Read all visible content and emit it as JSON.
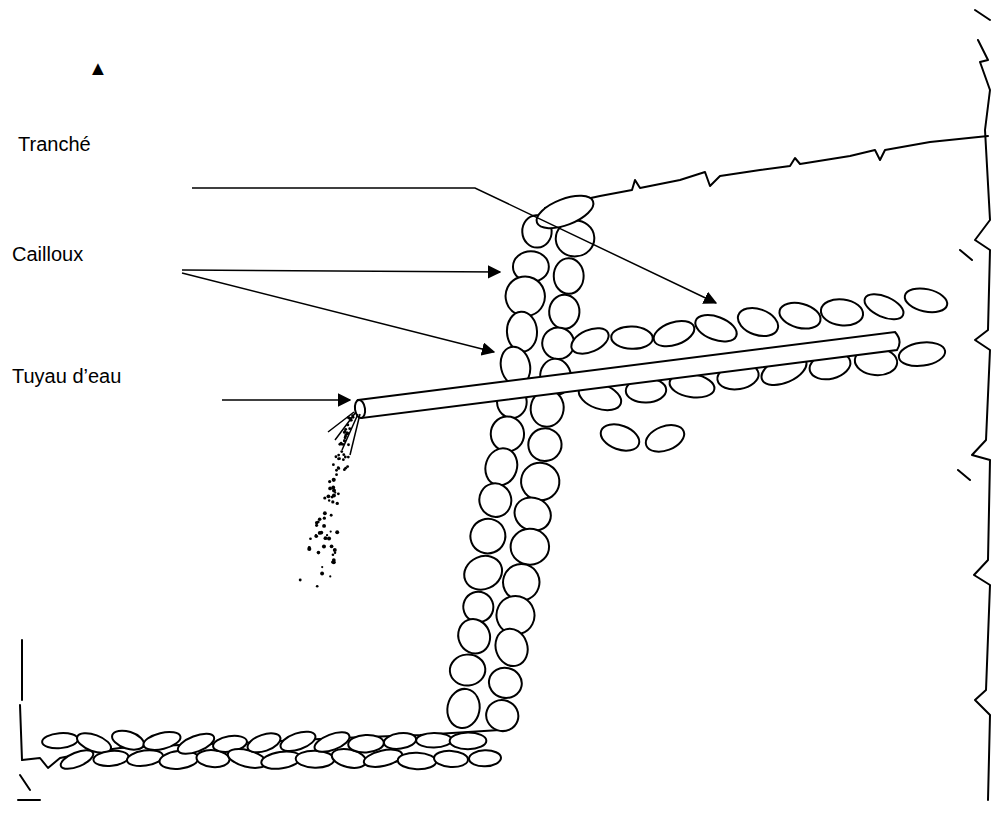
{
  "diagram": {
    "labels": [
      "▲",
      "Tranché",
      "Cailloux",
      "Tuyau d’eau"
    ]
  }
}
